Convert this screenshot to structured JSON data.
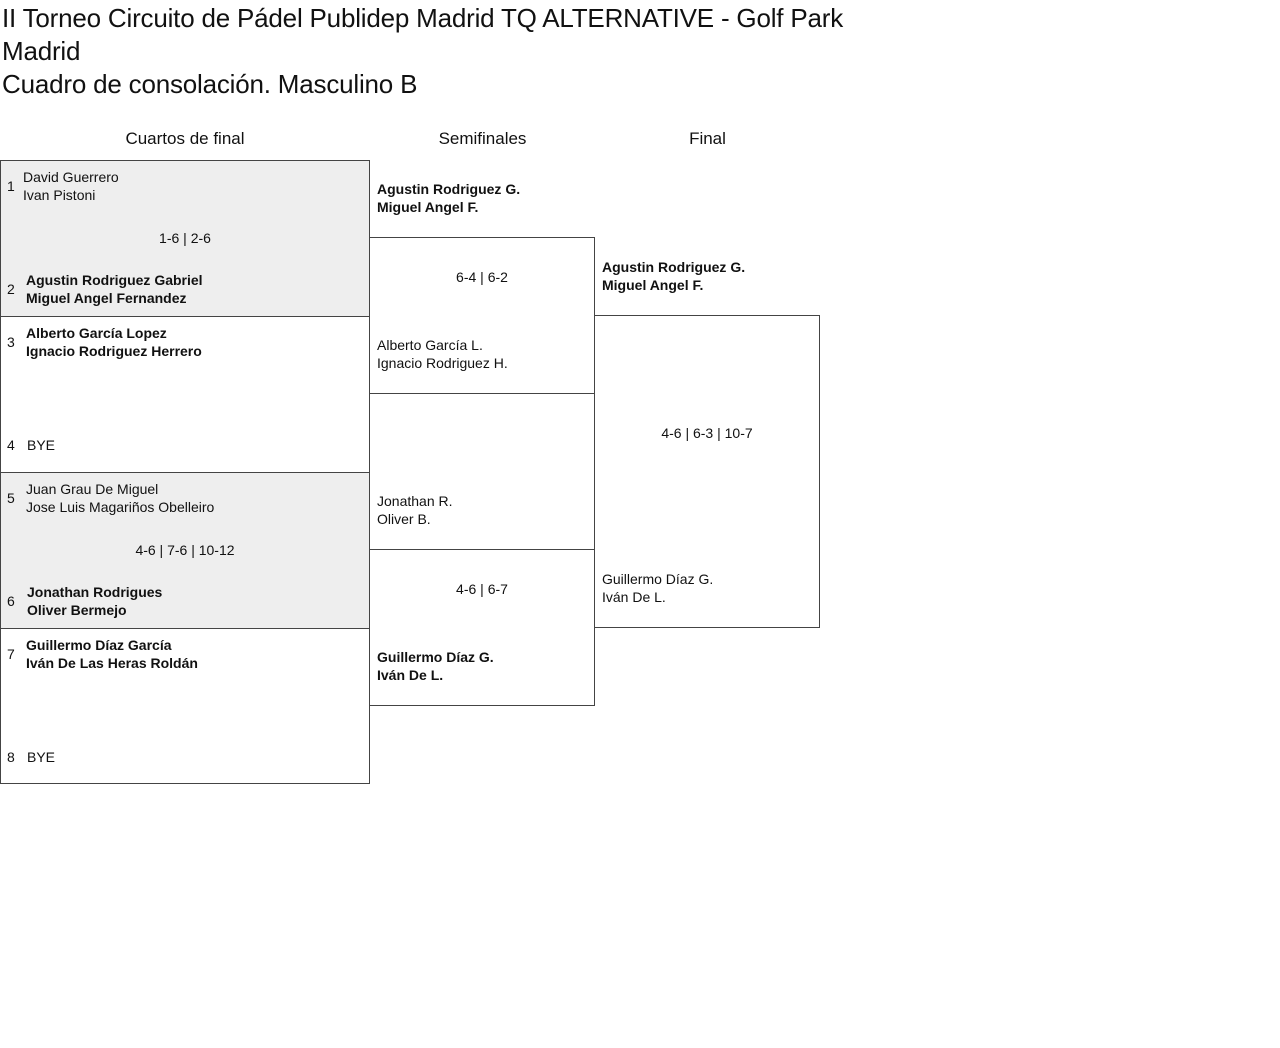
{
  "header": {
    "title": "II Torneo Circuito de Pádel Publidep Madrid TQ ALTERNATIVE - Golf Park Madrid",
    "subtitle": "Cuadro de consolación. Masculino B"
  },
  "rounds": {
    "quarterfinals": "Cuartos de final",
    "semifinals": "Semifinales",
    "final": "Final"
  },
  "quarterfinals": {
    "m1": {
      "p1": {
        "seed": "1",
        "name1": "David Guerrero",
        "name2": "Ivan Pistoni"
      },
      "p2": {
        "seed": "2",
        "name1": "Agustin Rodriguez Gabriel",
        "name2": "Miguel Angel Fernandez"
      },
      "score": "1-6 | 2-6"
    },
    "m2": {
      "p1": {
        "seed": "3",
        "name1": "Alberto García Lopez",
        "name2": "Ignacio Rodriguez Herrero"
      },
      "p2": {
        "seed": "4",
        "name1": "BYE"
      }
    },
    "m3": {
      "p1": {
        "seed": "5",
        "name1": "Juan Grau De Miguel",
        "name2": "Jose Luis Magariños Obelleiro"
      },
      "p2": {
        "seed": "6",
        "name1": "Jonathan Rodrigues",
        "name2": "Oliver Bermejo"
      },
      "score": "4-6 | 7-6 | 10-12"
    },
    "m4": {
      "p1": {
        "seed": "7",
        "name1": "Guillermo Díaz García",
        "name2": "Iván De Las Heras Roldán"
      },
      "p2": {
        "seed": "8",
        "name1": "BYE"
      }
    }
  },
  "semifinals": {
    "s1": {
      "p1": {
        "name1": "Agustin Rodriguez G.",
        "name2": "Miguel Angel F."
      },
      "p2": {
        "name1": "Alberto García L.",
        "name2": "Ignacio Rodriguez H."
      },
      "score": "6-4 | 6-2"
    },
    "s2": {
      "p1": {
        "name1": "Jonathan R.",
        "name2": "Oliver B."
      },
      "p2": {
        "name1": "Guillermo Díaz G.",
        "name2": "Iván De L."
      },
      "score": "4-6 | 6-7"
    }
  },
  "final": {
    "p1": {
      "name1": "Agustin Rodriguez G.",
      "name2": "Miguel Angel F."
    },
    "p2": {
      "name1": "Guillermo Díaz G.",
      "name2": "Iván De L."
    },
    "score": "4-6 | 6-3 | 10-7"
  }
}
